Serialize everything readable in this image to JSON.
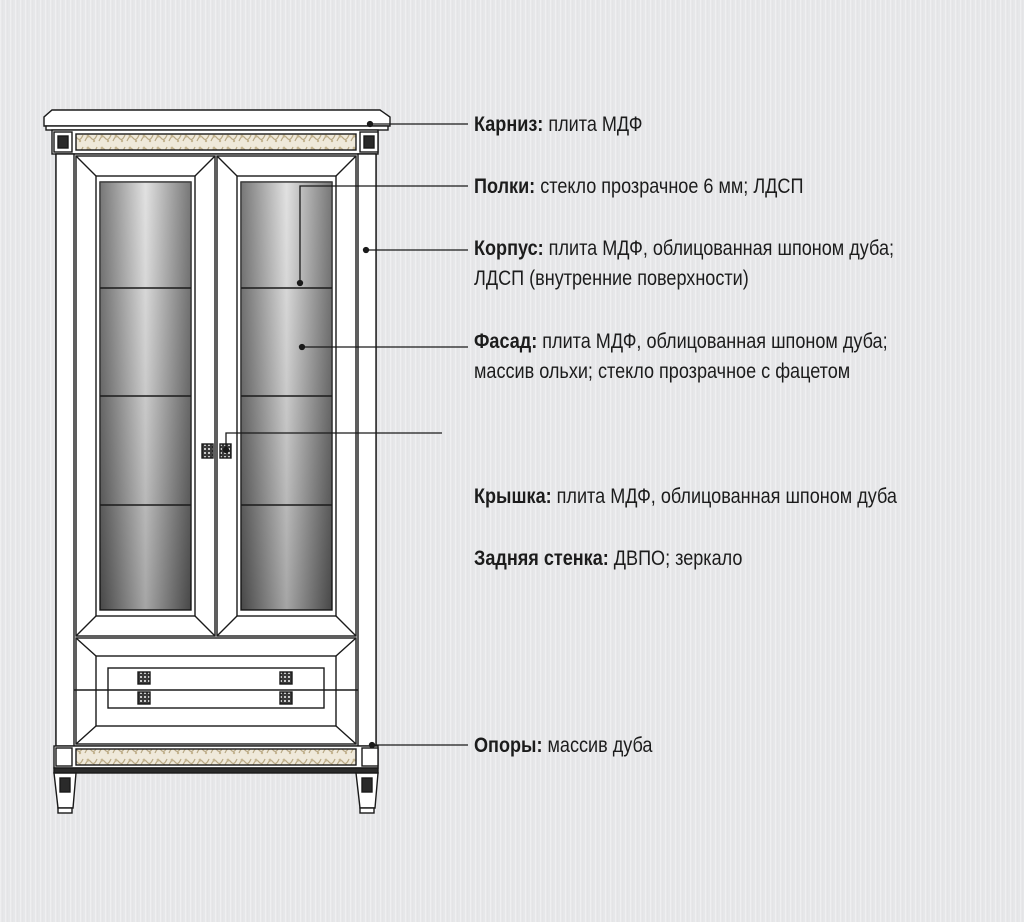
{
  "labels": [
    {
      "term": "Карниз:",
      "lines": [
        "плита МДФ"
      ]
    },
    {
      "term": "Полки:",
      "lines": [
        "стекло прозрачное 6 мм; ЛДСП"
      ]
    },
    {
      "term": "Корпус:",
      "lines": [
        "плита МДФ, облицованная шпоном дуба;",
        "ЛДСП (внутренние поверхности)"
      ]
    },
    {
      "term": "Фасад:",
      "lines": [
        "плита МДФ, облицованная шпоном дуба;",
        "массив ольхи; стекло прозрачное  с фацетом"
      ]
    },
    {
      "term": "Крышка:",
      "lines": [
        "плита МДФ, облицованная шпоном дуба"
      ]
    },
    {
      "term": "Задняя стенка:",
      "lines": [
        "ДВПО; зеркало"
      ]
    },
    {
      "term": "Опоры:",
      "lines": [
        "массив дуба"
      ]
    }
  ],
  "colors": {
    "line": "#1a1a1a",
    "frame_fill": "#ffffff",
    "glass_light": "#d9d9d9",
    "glass_dark": "#6d6d6d",
    "ornament": "#d6cbb3",
    "background": "#e6e7e9"
  }
}
